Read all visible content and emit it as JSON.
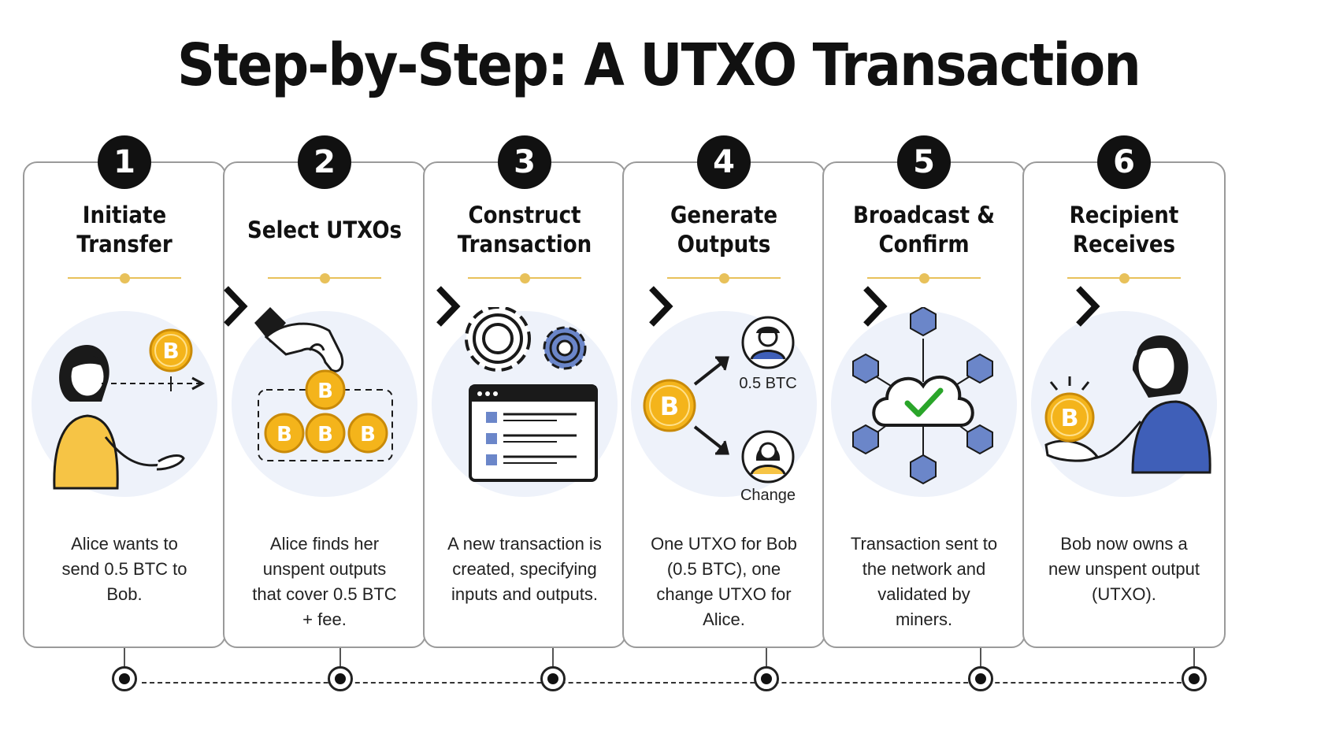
{
  "title": "Step-by-Step: A UTXO Transaction",
  "steps": [
    {
      "number": "1",
      "heading": "Initiate Transfer",
      "description": "Alice wants to send 0.5 BTC to Bob.",
      "icon": "alice-sending-coin-icon"
    },
    {
      "number": "2",
      "heading": "Select UTXOs",
      "description": "Alice finds her unspent outputs that cover 0.5 BTC + fee.",
      "icon": "hand-picking-coin-icon"
    },
    {
      "number": "3",
      "heading": "Construct Transaction",
      "description": "A new transaction is created, specifying inputs and outputs.",
      "icon": "gears-and-document-icon"
    },
    {
      "number": "4",
      "heading": "Generate Outputs",
      "description": "One UTXO for Bob (0.5 BTC), one change UTXO for Alice.",
      "icon": "coin-split-outputs-icon",
      "output_labels": {
        "bob": "0.5 BTC",
        "change": "Change"
      }
    },
    {
      "number": "5",
      "heading": "Broadcast & Confirm",
      "description": "Transaction sent to the network and validated by miners.",
      "icon": "cloud-network-check-icon"
    },
    {
      "number": "6",
      "heading": "Recipient Receives",
      "description": "Bob now owns a new unspent output (UTXO).",
      "icon": "bob-receiving-coin-icon"
    }
  ],
  "colors": {
    "coin": "#f4b41b",
    "coin_edge": "#c98a08",
    "accent_line": "#e8c15a",
    "halo": "#eef2fa",
    "person_blue": "#3f5fb8",
    "shirt_yellow": "#f6c445",
    "check_green": "#2aa52a"
  }
}
